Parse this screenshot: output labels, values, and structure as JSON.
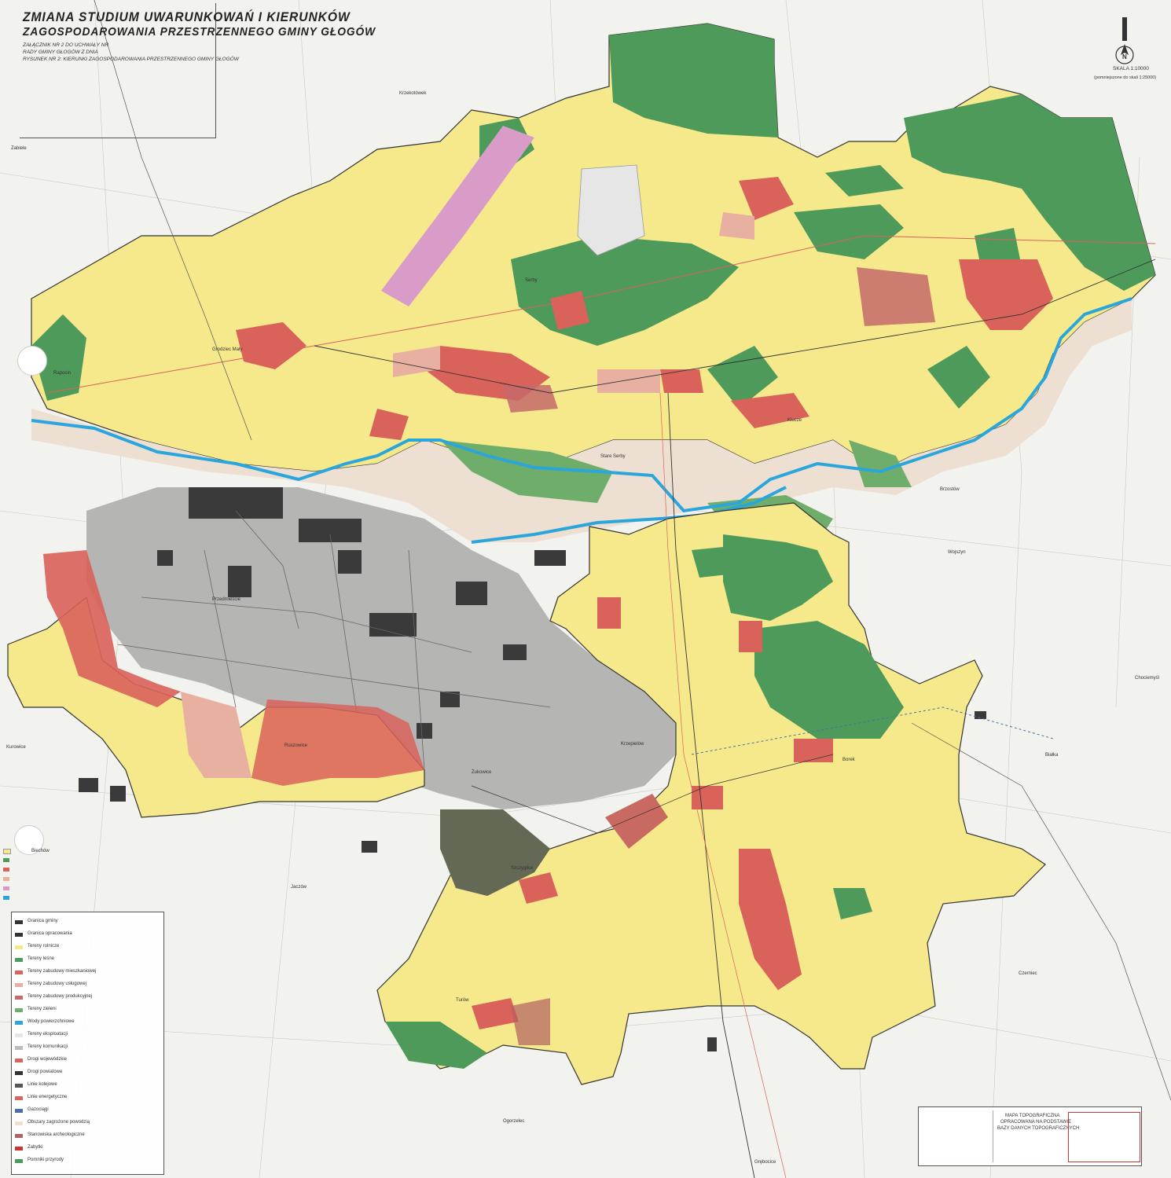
{
  "map": {
    "title_line1": "ZMIANA STUDIUM UWARUNKOWAŃ I KIERUNKÓW",
    "title_line2": "ZAGOSPODAROWANIA PRZESTRZENNEGO GMINY GŁOGÓW",
    "subtitle_line1": "ZAŁĄCZNIK NR 2 DO UCHWAŁY NR",
    "subtitle_line2": "RADY GMINY GŁOGÓW Z DNIA",
    "subtitle_line3": "RYSUNEK NR 2: KIERUNKI ZAGOSPODAROWANIA PRZESTRZENNEGO GMINY GŁOGÓW",
    "north_arrow_label": "N",
    "scale_label": "SKALA 1:10000",
    "scale_note": "(pomniejszone do skali 1:25000)",
    "colors": {
      "agricultural": "#f6e98c",
      "forest": "#4e9a5a",
      "settlement": "#e58a7a",
      "industrial": "#e8b0a0",
      "special": "#d99cc9",
      "river": "#2aa6dc",
      "floodplain": "#ede0d2",
      "urban_dark": "#333333"
    }
  },
  "places": {
    "krzekotowek": "Krzekotówek",
    "serby": "Serby",
    "grodziec_maly": "Grodziec Mały",
    "stare_serby": "Stare Serby",
    "ruszowice": "Ruszowice",
    "przedmiescie": "Przedmieście",
    "borek": "Borek",
    "klucze": "Klucze",
    "zukowice": "Żukowice",
    "bieczkow": "Biechów",
    "szczyglice": "Szczyglice",
    "turow": "Turów",
    "ogorzelec": "Ogorzelec",
    "grebocice": "Grębocice",
    "czerniec": "Czerniec",
    "brzostow": "Brzostów",
    "wojszyn": "Wojszyn",
    "krzepielow": "Krzepielów",
    "jaczow": "Jaczów",
    "kurowice": "Kurowice",
    "zabiele": "Zabiele",
    "rapocin": "Rapocin",
    "chociemyśl": "Chociemyśl",
    "biala": "Białka"
  },
  "legend": {
    "items": [
      "Granica gminy",
      "Granica opracowania",
      "Tereny rolnicze",
      "Tereny leśne",
      "Tereny zabudowy mieszkaniowej",
      "Tereny zabudowy usługowej",
      "Tereny zabudowy produkcyjnej",
      "Tereny zieleni",
      "Wody powierzchniowe",
      "Tereny eksploatacji",
      "Tereny komunikacji",
      "Drogi wojewódzkie",
      "Drogi powiatowe",
      "Linie kolejowe",
      "Linie energetyczne",
      "Gazociągi",
      "Obszary zagrożone powodzią",
      "Stanowiska archeologiczne",
      "Zabytki",
      "Pomniki przyrody"
    ]
  },
  "footer": {
    "left_label": "MAPA TOPOGRAFICZNA",
    "mid_label": "OPRACOWANA NA PODSTAWIE",
    "right_label": "BAZY DANYCH TOPOGRAFICZNYCH"
  }
}
